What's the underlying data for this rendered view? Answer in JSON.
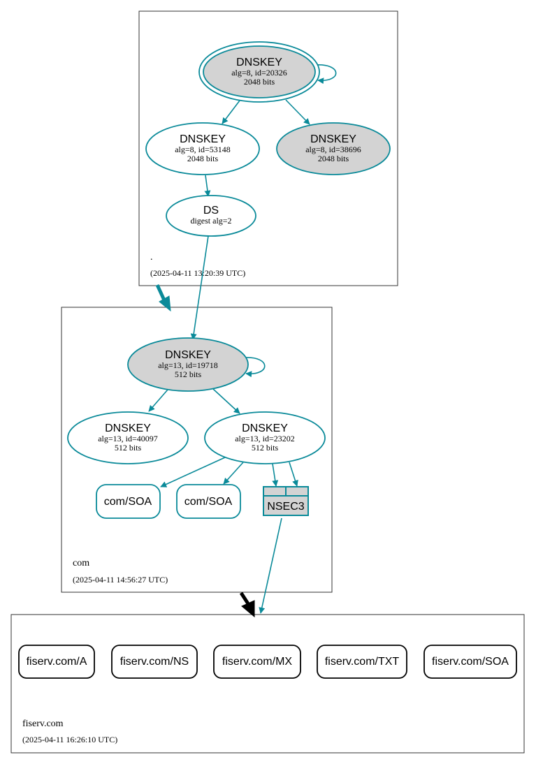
{
  "zones": {
    "root": {
      "name": ".",
      "timestamp": "(2025-04-11 13:20:39 UTC)",
      "ksk": {
        "title": "DNSKEY",
        "params": "alg=8, id=20326",
        "bits": "2048 bits"
      },
      "zsk1": {
        "title": "DNSKEY",
        "params": "alg=8, id=53148",
        "bits": "2048 bits"
      },
      "zsk2": {
        "title": "DNSKEY",
        "params": "alg=8, id=38696",
        "bits": "2048 bits"
      },
      "ds": {
        "title": "DS",
        "params": "digest alg=2"
      }
    },
    "com": {
      "name": "com",
      "timestamp": "(2025-04-11 14:56:27 UTC)",
      "ksk": {
        "title": "DNSKEY",
        "params": "alg=13, id=19718",
        "bits": "512 bits"
      },
      "zsk1": {
        "title": "DNSKEY",
        "params": "alg=13, id=40097",
        "bits": "512 bits"
      },
      "zsk2": {
        "title": "DNSKEY",
        "params": "alg=13, id=23202",
        "bits": "512 bits"
      },
      "soa1": "com/SOA",
      "soa2": "com/SOA",
      "nsec3": "NSEC3"
    },
    "fiserv": {
      "name": "fiserv.com",
      "timestamp": "(2025-04-11 16:26:10 UTC)",
      "records": [
        "fiserv.com/A",
        "fiserv.com/NS",
        "fiserv.com/MX",
        "fiserv.com/TXT",
        "fiserv.com/SOA"
      ]
    }
  },
  "colors": {
    "edge": "#0a8a99",
    "ksk_fill": "#d3d3d3",
    "delegation_arrow_black": "#000000"
  }
}
